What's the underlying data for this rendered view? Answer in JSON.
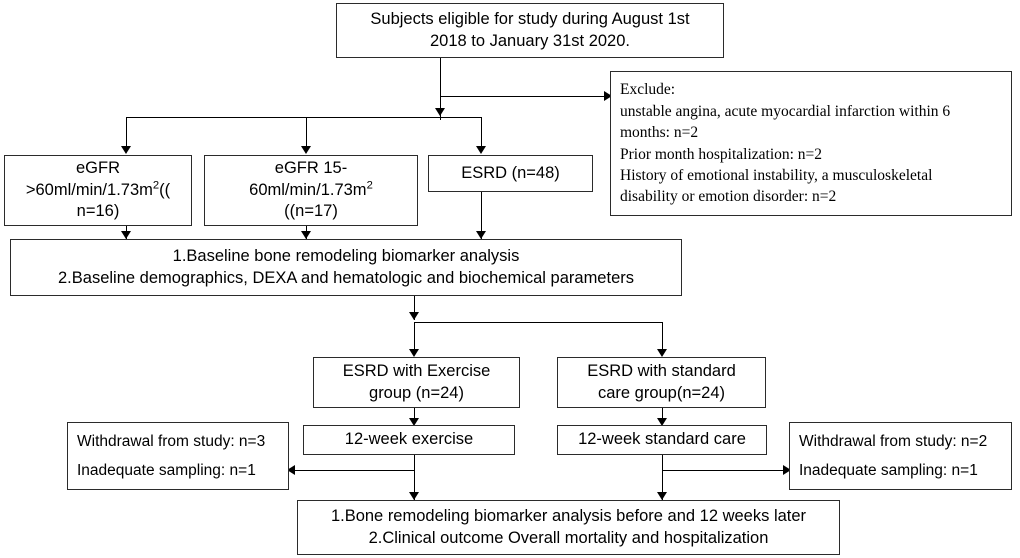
{
  "diagram": {
    "title": "CONSORT-style study flow diagram",
    "accent_color": "#000000",
    "box_border_color": "#2b2b2b",
    "background_color": "#ffffff"
  },
  "nodes": {
    "eligible": {
      "line1": "Subjects eligible for study during August 1st",
      "line2": "2018 to January 31st 2020."
    },
    "exclude": {
      "line1": "Exclude:",
      "line2": "unstable angina, acute myocardial infarction within 6",
      "line3": "months: n=2",
      "line4": "Prior month hospitalization: n=2",
      "line5": "History of emotional instability, a musculoskeletal",
      "line6": "disability or emotion disorder: n=2"
    },
    "egfr_high": {
      "line1": "eGFR",
      "line2_pre": ">60ml/min/1.73m",
      "line2_sup": "2",
      "line2_post": "((",
      "line3": "n=16)"
    },
    "egfr_mid": {
      "line1": "eGFR 15-",
      "line2_pre": "60ml/min/1.73m",
      "line2_sup": "2",
      "line2_post": "",
      "line3": "((n=17)"
    },
    "esrd": {
      "label": "ESRD (n=48)"
    },
    "baseline": {
      "line1": "1.Baseline bone remodeling biomarker analysis",
      "line2": "2.Baseline demographics, DEXA and hematologic and biochemical parameters"
    },
    "esrd_exercise": {
      "line1": "ESRD with Exercise",
      "line2": "group (n=24)"
    },
    "esrd_standard": {
      "line1": "ESRD with standard",
      "line2": "care group(n=24)"
    },
    "exercise_intervention": {
      "label": "12-week exercise"
    },
    "standard_intervention": {
      "label": "12-week standard care"
    },
    "withdrawal_left": {
      "line1": "Withdrawal from study: n=3",
      "line2": "Inadequate sampling: n=1"
    },
    "withdrawal_right": {
      "line1": "Withdrawal from study: n=2",
      "line2": "Inadequate sampling: n=1"
    },
    "outcome": {
      "line1": "1.Bone remodeling biomarker analysis before and 12 weeks later",
      "line2": "2.Clinical outcome  Overall mortality and hospitalization"
    }
  }
}
